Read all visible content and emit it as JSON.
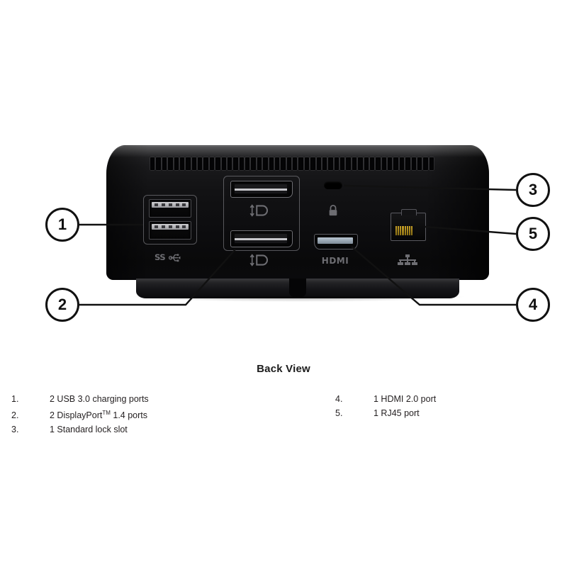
{
  "figure": {
    "title": "Back View",
    "device_name": "docking-station-back-panel"
  },
  "callouts": [
    {
      "id": "1",
      "label": "1",
      "target": "usb-ports"
    },
    {
      "id": "2",
      "label": "2",
      "target": "displayport-ports"
    },
    {
      "id": "3",
      "label": "3",
      "target": "lock-slot"
    },
    {
      "id": "4",
      "label": "4",
      "target": "hdmi-port"
    },
    {
      "id": "5",
      "label": "5",
      "target": "rj45-port"
    }
  ],
  "legend": {
    "left": [
      {
        "num": "1.",
        "text": "2 USB 3.0 charging ports"
      },
      {
        "num": "2.",
        "text_before": "2 DisplayPort",
        "tm": "TM",
        "text_after": " 1.4 ports"
      },
      {
        "num": "3.",
        "text": "1 Standard lock slot"
      }
    ],
    "right": [
      {
        "num": "4.",
        "text": "1 HDMI 2.0 port"
      },
      {
        "num": "5.",
        "text": "1 RJ45 port"
      }
    ]
  },
  "port_glyphs": {
    "usb": "SS⇔",
    "displayport_top": "↕D",
    "displayport_bottom": "↕D",
    "lock": "🔒",
    "hdmi": "HDMI",
    "ethernet": "☷"
  },
  "colors": {
    "device_body": "#121214",
    "device_highlight": "#2b2b2d",
    "callout_stroke": "#111111",
    "callout_fill": "#ffffff",
    "text": "#231f20",
    "glyph": "#6d6d72",
    "background": "#ffffff"
  }
}
